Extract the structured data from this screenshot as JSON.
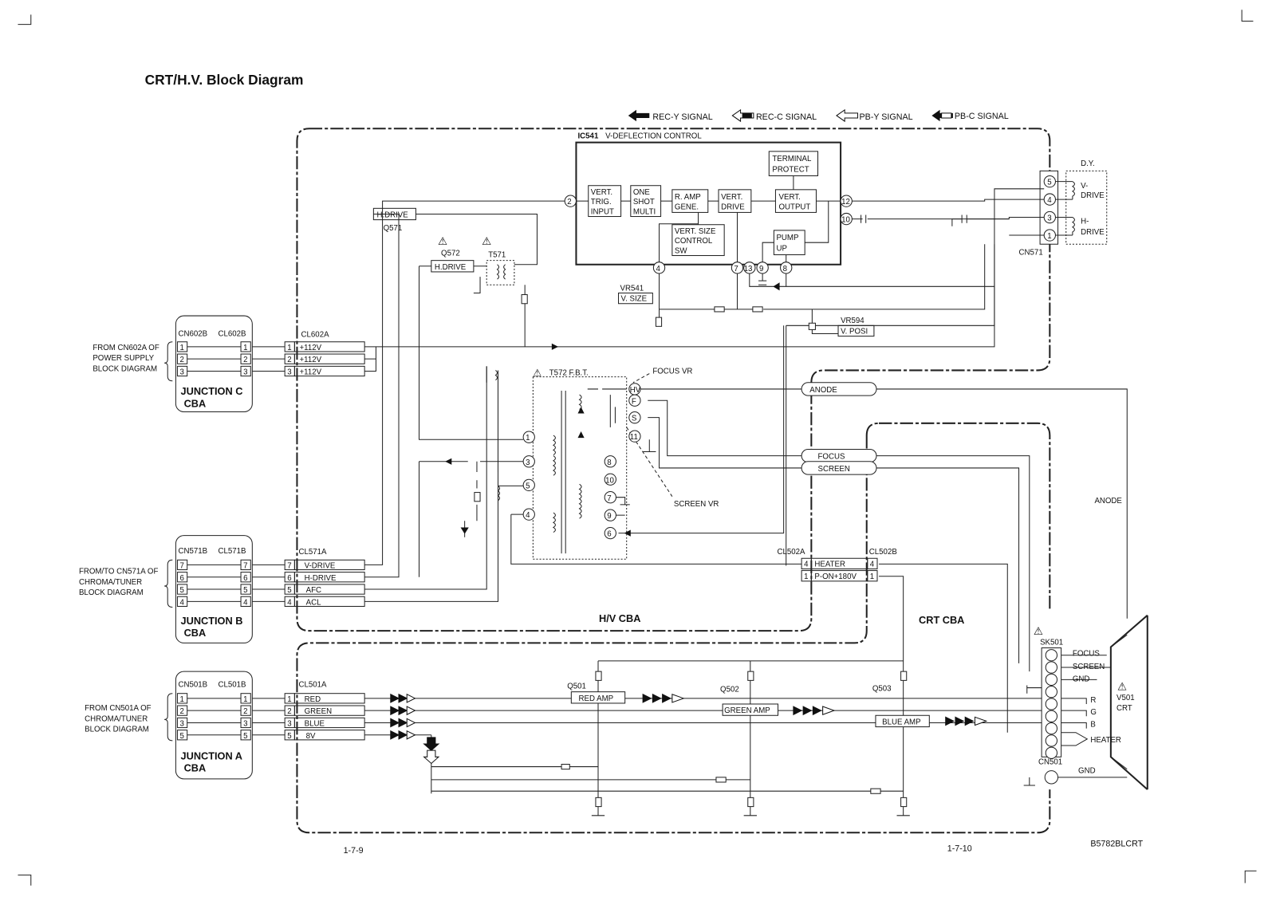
{
  "title": "CRT/H.V. Block Diagram",
  "legend": [
    "REC-Y SIGNAL",
    "REC-C SIGNAL",
    "PB-Y SIGNAL",
    "PB-C SIGNAL"
  ],
  "ic": {
    "ref": "IC541",
    "name": "V-DEFLECTION CONTROL",
    "blocks": {
      "trig": [
        "VERT.",
        "TRIG.",
        "INPUT"
      ],
      "shot": [
        "ONE",
        "SHOT",
        "MULTI"
      ],
      "ramp": [
        "R. AMP",
        "GENE."
      ],
      "drive": [
        "VERT.",
        "DRIVE"
      ],
      "output": [
        "VERT.",
        "OUTPUT"
      ],
      "terminal": [
        "TERMINAL",
        "PROTECT"
      ],
      "size": [
        "VERT. SIZE",
        "CONTROL",
        "SW"
      ],
      "pump": [
        "PUMP",
        "UP"
      ]
    },
    "pins": [
      "2",
      "12",
      "10",
      "4",
      "7",
      "13",
      "9",
      "8"
    ]
  },
  "parts": {
    "q571_box": "H.DRIVE",
    "q571": "Q571",
    "q572": "Q572",
    "q572_box": "H.DRIVE",
    "t571": "T571",
    "vr541": "VR541",
    "vr541_box": "V. SIZE",
    "vr594": "VR594",
    "vr594_box": "V. POSI",
    "t572": "T572 F.B.T.",
    "focus_vr": "FOCUS VR",
    "screen_vr": "SCREEN VR",
    "fbt_top_pins": [
      "HV",
      "F",
      "S",
      "11"
    ],
    "fbt_left_pins": [
      "1",
      "3",
      "5",
      "4"
    ],
    "fbt_right_pins": [
      "8",
      "10",
      "7",
      "9",
      "6"
    ]
  },
  "dy": {
    "label": "D.Y.",
    "connector": "CN571",
    "pins": [
      "5",
      "4",
      "3",
      "1"
    ],
    "v_drive": [
      "V-",
      "DRIVE"
    ],
    "h_drive": [
      "H-",
      "DRIVE"
    ]
  },
  "junction_c": {
    "from": [
      "FROM CN602A OF",
      "POWER SUPPLY",
      "BLOCK DIAGRAM"
    ],
    "left_conn": "CN602B",
    "right_conn": "CL602B",
    "pins": [
      "1",
      "2",
      "3"
    ],
    "name": [
      "JUNCTION C",
      "CBA"
    ],
    "cl_label": "CL602A",
    "cl_pins": [
      "1",
      "2",
      "3"
    ],
    "signals": [
      "+112V",
      "+112V",
      "+112V"
    ]
  },
  "junction_b": {
    "from": [
      "FROM/TO CN571A OF",
      "CHROMA/TUNER",
      "BLOCK DIAGRAM"
    ],
    "left_conn": "CN571B",
    "right_conn": "CL571B",
    "pins": [
      "7",
      "6",
      "5",
      "4"
    ],
    "name": [
      "JUNCTION B",
      "CBA"
    ],
    "cl_label": "CL571A",
    "cl_pins": [
      "7",
      "6",
      "5",
      "4"
    ],
    "signals": [
      "V-DRIVE",
      "H-DRIVE",
      "AFC",
      "ACL"
    ]
  },
  "junction_a": {
    "from": [
      "FROM CN501A OF",
      "CHROMA/TUNER",
      "BLOCK DIAGRAM"
    ],
    "left_conn": "CN501B",
    "right_conn": "CL501B",
    "pins": [
      "1",
      "2",
      "3",
      "5"
    ],
    "name": [
      "JUNCTION A",
      "CBA"
    ],
    "cl_label": "CL501A",
    "cl_pins": [
      "1",
      "2",
      "3",
      "5"
    ],
    "signals": [
      "RED",
      "GREEN",
      "BLUE",
      "8V"
    ]
  },
  "cl502": {
    "left": "CL502A",
    "right": "CL502B",
    "pins": [
      "4",
      "1"
    ],
    "signals": [
      "HEATER",
      "P-ON+180V"
    ]
  },
  "pills": [
    "ANODE",
    "FOCUS",
    "SCREEN"
  ],
  "anode_label": "ANODE",
  "boards": {
    "hv": "H/V CBA",
    "crt": "CRT CBA"
  },
  "amps": {
    "q501": "Q501",
    "red": "RED AMP",
    "q502": "Q502",
    "green": "GREEN AMP",
    "q503": "Q503",
    "blue": "BLUE AMP"
  },
  "crt": {
    "socket": "SK501",
    "connector": "CN501",
    "signals": [
      "FOCUS",
      "SCREEN",
      "GND",
      "R",
      "G",
      "B",
      "HEATER",
      "GND"
    ],
    "tube_ref": "V501",
    "tube_name": "CRT"
  },
  "footer": {
    "page_left": "1-7-9",
    "page_right": "1-7-10",
    "code": "B5782BLCRT"
  }
}
